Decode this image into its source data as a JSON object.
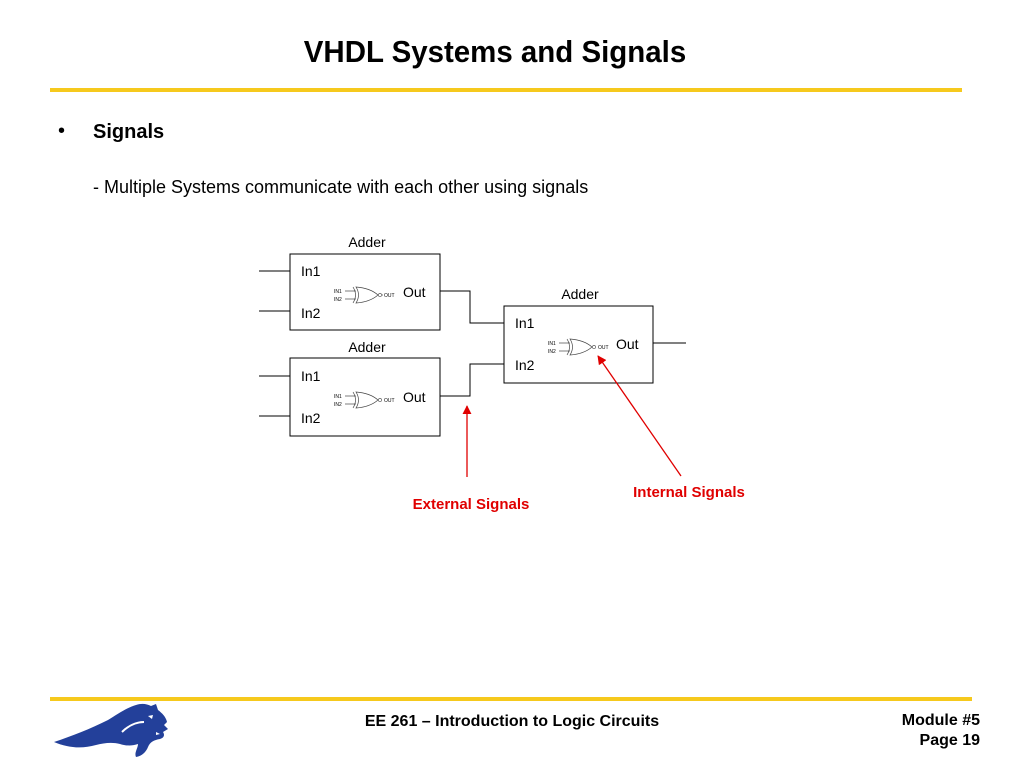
{
  "slide": {
    "title": "VHDL Systems and Signals",
    "bullet_symbol": "•",
    "heading": "Signals",
    "subtext": "- Multiple Systems communicate with each other using signals"
  },
  "diagram": {
    "adders": [
      {
        "name": "Adder",
        "in1": "In1",
        "in2": "In2",
        "out": "Out",
        "gate_in1": "IN1",
        "gate_in2": "IN2",
        "gate_out": "OUT"
      },
      {
        "name": "Adder",
        "in1": "In1",
        "in2": "In2",
        "out": "Out",
        "gate_in1": "IN1",
        "gate_in2": "IN2",
        "gate_out": "OUT"
      },
      {
        "name": "Adder",
        "in1": "In1",
        "in2": "In2",
        "out": "Out",
        "gate_in1": "IN1",
        "gate_in2": "IN2",
        "gate_out": "OUT"
      }
    ],
    "external_label": "External Signals",
    "internal_label": "Internal  Signals",
    "annotation_color": "#e00000",
    "accent_color": "#f6c91d"
  },
  "footer": {
    "course": "EE 261 – Introduction to Logic Circuits",
    "module": "Module #5",
    "page": "Page 19"
  }
}
